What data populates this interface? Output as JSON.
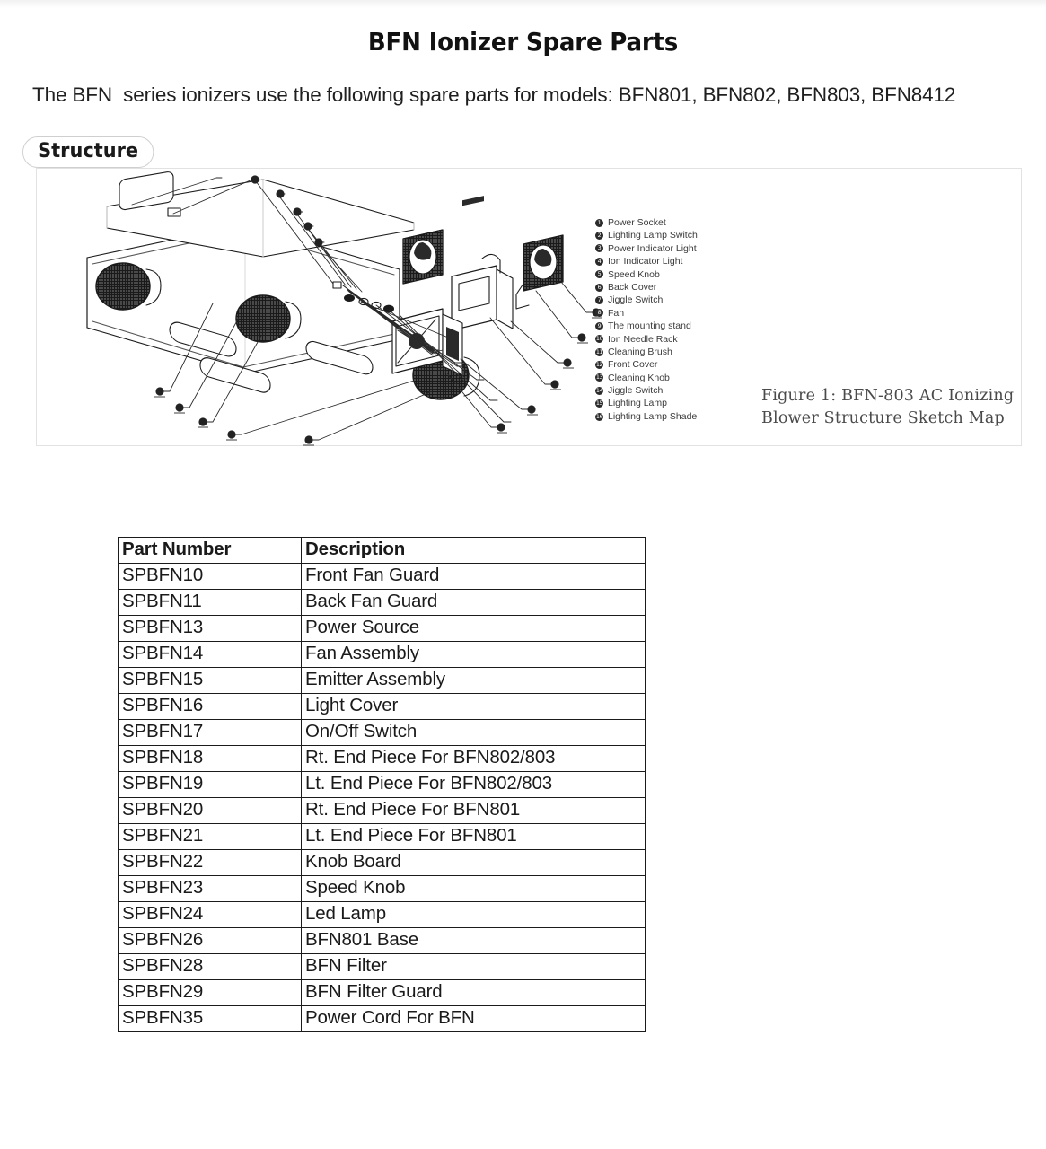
{
  "document": {
    "title": "BFN Ionizer Spare Parts",
    "intro": "The BFN  series ionizers use the following spare parts for models: BFN801, BFN802, BFN803, BFN8412"
  },
  "structure_section": {
    "badge_label": "Structure",
    "figure_caption": "Figure 1: BFN-803 AC Ionizing\nBlower Structure Sketch Map",
    "legend": [
      {
        "number": "1",
        "marker": "①",
        "label": "Power Socket"
      },
      {
        "number": "2",
        "marker": "②",
        "label": "Lighting Lamp Switch"
      },
      {
        "number": "3",
        "marker": "③",
        "label": "Power Indicator Light"
      },
      {
        "number": "4",
        "marker": "④",
        "label": "Ion Indicator Light"
      },
      {
        "number": "5",
        "marker": "⑤",
        "label": "Speed Knob"
      },
      {
        "number": "6",
        "marker": "⑥",
        "label": "Back Cover"
      },
      {
        "number": "7",
        "marker": "⑦",
        "label": "Jiggle Switch"
      },
      {
        "number": "8",
        "marker": "⑧",
        "label": "Fan"
      },
      {
        "number": "9",
        "marker": "⑨",
        "label": "The mounting stand"
      },
      {
        "number": "10",
        "marker": "⑩",
        "label": "Ion Needle Rack"
      },
      {
        "number": "11",
        "marker": "⑪",
        "label": "Cleaning Brush"
      },
      {
        "number": "12",
        "marker": "⑫",
        "label": "Front Cover"
      },
      {
        "number": "13",
        "marker": "⑬",
        "label": "Cleaning Knob"
      },
      {
        "number": "14",
        "marker": "⑭",
        "label": "Jiggle Switch"
      },
      {
        "number": "15",
        "marker": "⑮",
        "label": "Lighting Lamp"
      },
      {
        "number": "16",
        "marker": "⑯",
        "label": "Lighting Lamp Shade"
      }
    ]
  },
  "parts_table": {
    "headers": [
      "Part Number",
      "Description"
    ],
    "rows": [
      [
        "SPBFN10",
        "Front Fan Guard"
      ],
      [
        "SPBFN11",
        "Back Fan Guard"
      ],
      [
        "SPBFN13",
        "Power Source"
      ],
      [
        "SPBFN14",
        "Fan Assembly"
      ],
      [
        "SPBFN15",
        "Emitter Assembly"
      ],
      [
        "SPBFN16",
        "Light Cover"
      ],
      [
        "SPBFN17",
        "On/Off Switch"
      ],
      [
        "SPBFN18",
        "Rt. End Piece For BFN802/803"
      ],
      [
        "SPBFN19",
        "Lt. End Piece For BFN802/803"
      ],
      [
        "SPBFN20",
        "Rt. End Piece For BFN801"
      ],
      [
        "SPBFN21",
        "Lt. End Piece For BFN801"
      ],
      [
        "SPBFN22",
        "Knob Board"
      ],
      [
        "SPBFN23",
        "Speed Knob"
      ],
      [
        "SPBFN24",
        "Led Lamp"
      ],
      [
        "SPBFN26",
        "BFN801 Base"
      ],
      [
        "SPBFN28",
        "BFN Filter"
      ],
      [
        "SPBFN29",
        "BFN Filter Guard"
      ],
      [
        "SPBFN35",
        "Power Cord For BFN"
      ]
    ]
  },
  "colors": {
    "text": "#1a1a1a",
    "table_border": "#1b1b1b",
    "box_border": "#e2e2e2",
    "badge_border": "#cfcfcf",
    "legend_text": "#3a3a3a",
    "caption_text": "#4a4a4a"
  }
}
